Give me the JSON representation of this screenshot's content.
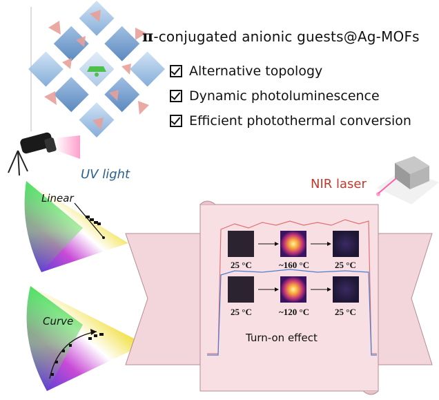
{
  "title": {
    "pi": "π",
    "rest": "-conjugated anionic guests@Ag-MOFs"
  },
  "features": [
    "Alternative topology",
    "Dynamic photoluminescence",
    "Efficient photothermal conversion"
  ],
  "labels": {
    "uv_light": "UV light",
    "nir_laser": "NIR laser",
    "linear": "Linear",
    "curve": "Curve",
    "turn_on": "Turn-on effect"
  },
  "thermal": {
    "top_row": [
      "25 °C",
      "~160 °C",
      "25 °C"
    ],
    "bottom_row": [
      "25 °C",
      "~120 °C",
      "25 °C"
    ]
  },
  "colors": {
    "red_trace": "#e07070",
    "blue_trace": "#4a7fd0",
    "ribbon": "#f3d6dc",
    "uv_text": "#2a5f8f",
    "nir_text": "#c0392b"
  }
}
